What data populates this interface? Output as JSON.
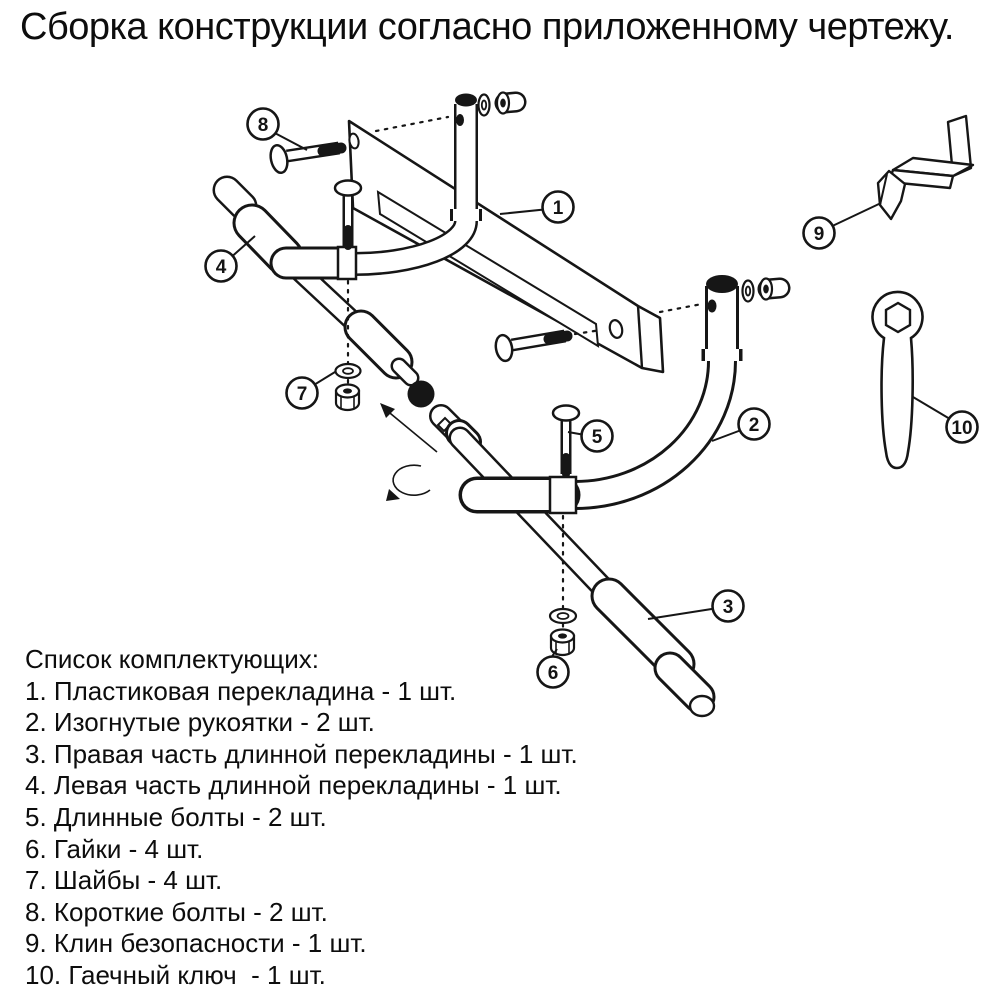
{
  "title": "Сборка конструкции согласно приложенному чертежу.",
  "parts_list": {
    "heading": "Список комплектующих:",
    "items": [
      "1. Пластиковая перекладина - 1 шт.",
      "2. Изогнутые рукоятки - 2 шт.",
      "3. Правая часть длинной перекладины - 1 шт.",
      "4. Левая часть длинной перекладины - 1 шт.",
      "5. Длинные болты - 2 шт.",
      "6. Гайки - 4 шт.",
      "7. Шайбы - 4 шт.",
      "8. Короткие болты - 2 шт.",
      "9. Клин безопасности - 1 шт.",
      "10. Гаечный ключ  - 1 шт."
    ]
  },
  "callouts": [
    "1",
    "2",
    "3",
    "4",
    "5",
    "6",
    "7",
    "8",
    "9",
    "10"
  ],
  "colors": {
    "ink": "#161616",
    "background": "#ffffff"
  }
}
